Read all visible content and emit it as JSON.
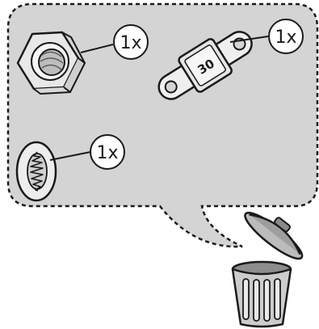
{
  "callouts": {
    "nut_qty": "1x",
    "fuse_qty": "1x",
    "washer_qty": "1x"
  },
  "fuse_marking": "30",
  "icons": {
    "nut": "hex-nut-icon",
    "fuse": "midi-fuse-icon",
    "washer": "serrated-lock-washer-icon",
    "bin": "trash-bin-icon"
  },
  "colors": {
    "bubble_fill": "#d4d4d4",
    "outline": "#1a1a1a",
    "part_fill": "#f2f2f2",
    "bin_fill": "#cccccc"
  }
}
